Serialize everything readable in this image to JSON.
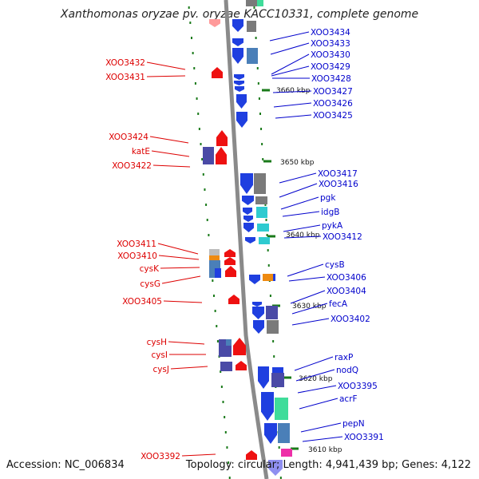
{
  "title": "Xanthomonas oryzae pv. oryzae KACC10331, complete genome",
  "footer": {
    "accession": "Accession: NC_006834",
    "summary": "Topology: circular; Length: 4,941,439 bp; Genes: 4,122"
  },
  "colors": {
    "backbone": "#8a8a8a",
    "forward_label": "#0000cc",
    "reverse_label": "#dd0000",
    "blue": "#1f3fe0",
    "steel": "#4a7fb8",
    "gray": "#7a7a7a",
    "cyan": "#2ecbd0",
    "red": "#ee1111",
    "purple": "#4a4aa6",
    "orange": "#ee8a11",
    "green": "#3fdc9a",
    "tick": "#1a7a1a"
  },
  "scale_ticks": [
    {
      "label": "3660 kbp"
    },
    {
      "label": "3650 kbp"
    },
    {
      "label": "3640 kbp"
    },
    {
      "label": "3630 kbp"
    },
    {
      "label": "3620 kbp"
    },
    {
      "label": "3610 kbp"
    }
  ],
  "forward_labels": [
    "XOO3434",
    "XOO3433",
    "XOO3430",
    "XOO3429",
    "XOO3428",
    "XOO3427",
    "XOO3426",
    "XOO3425",
    "XOO3417",
    "XOO3416",
    "pgk",
    "idgB",
    "pykA",
    "XOO3412",
    "cysB",
    "XOO3406",
    "XOO3404",
    "fecA",
    "XOO3402",
    "raxP",
    "nodQ",
    "XOO3395",
    "acrF",
    "pepN",
    "XOO3391"
  ],
  "reverse_labels": [
    "XOO3432",
    "XOO3431",
    "XOO3424",
    "katE",
    "XOO3422",
    "XOO3411",
    "XOO3410",
    "cysK",
    "cysG",
    "XOO3405",
    "cysH",
    "cysI",
    "cysJ",
    "XOO3392"
  ]
}
